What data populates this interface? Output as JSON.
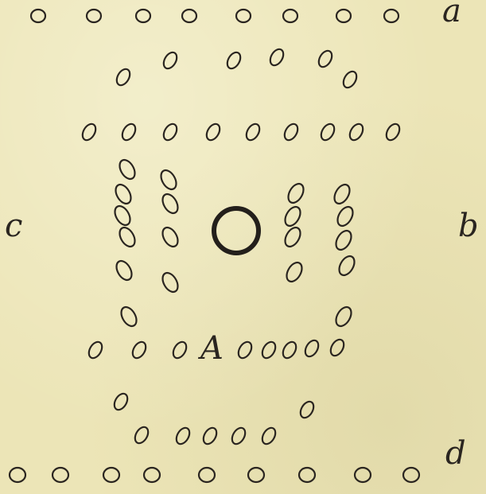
{
  "labels": {
    "a": "a",
    "b": "b",
    "c": "c",
    "d": "d",
    "center": "A"
  },
  "colors": {
    "paper": "#ece5b7",
    "ink": "#2a2520"
  }
}
